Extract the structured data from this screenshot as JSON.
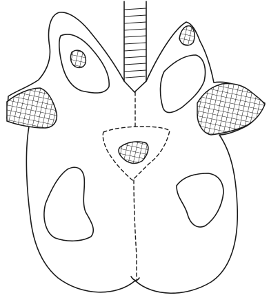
{
  "figure": {
    "type": "line-drawing",
    "subject": "diagram",
    "colors": {
      "ink": "#1a1a1a",
      "background": "#ffffff"
    },
    "regions": [
      "trachea",
      "outer-outline",
      "left-upper-hatched-patch",
      "left-lateral-hatched-patch",
      "right-upper-hatched-patch",
      "right-lateral-hatched-patch",
      "central-dashed-region",
      "central-hatched-patch",
      "left-lower-open-patch",
      "right-lower-open-patch",
      "right-upper-open-patch"
    ]
  }
}
